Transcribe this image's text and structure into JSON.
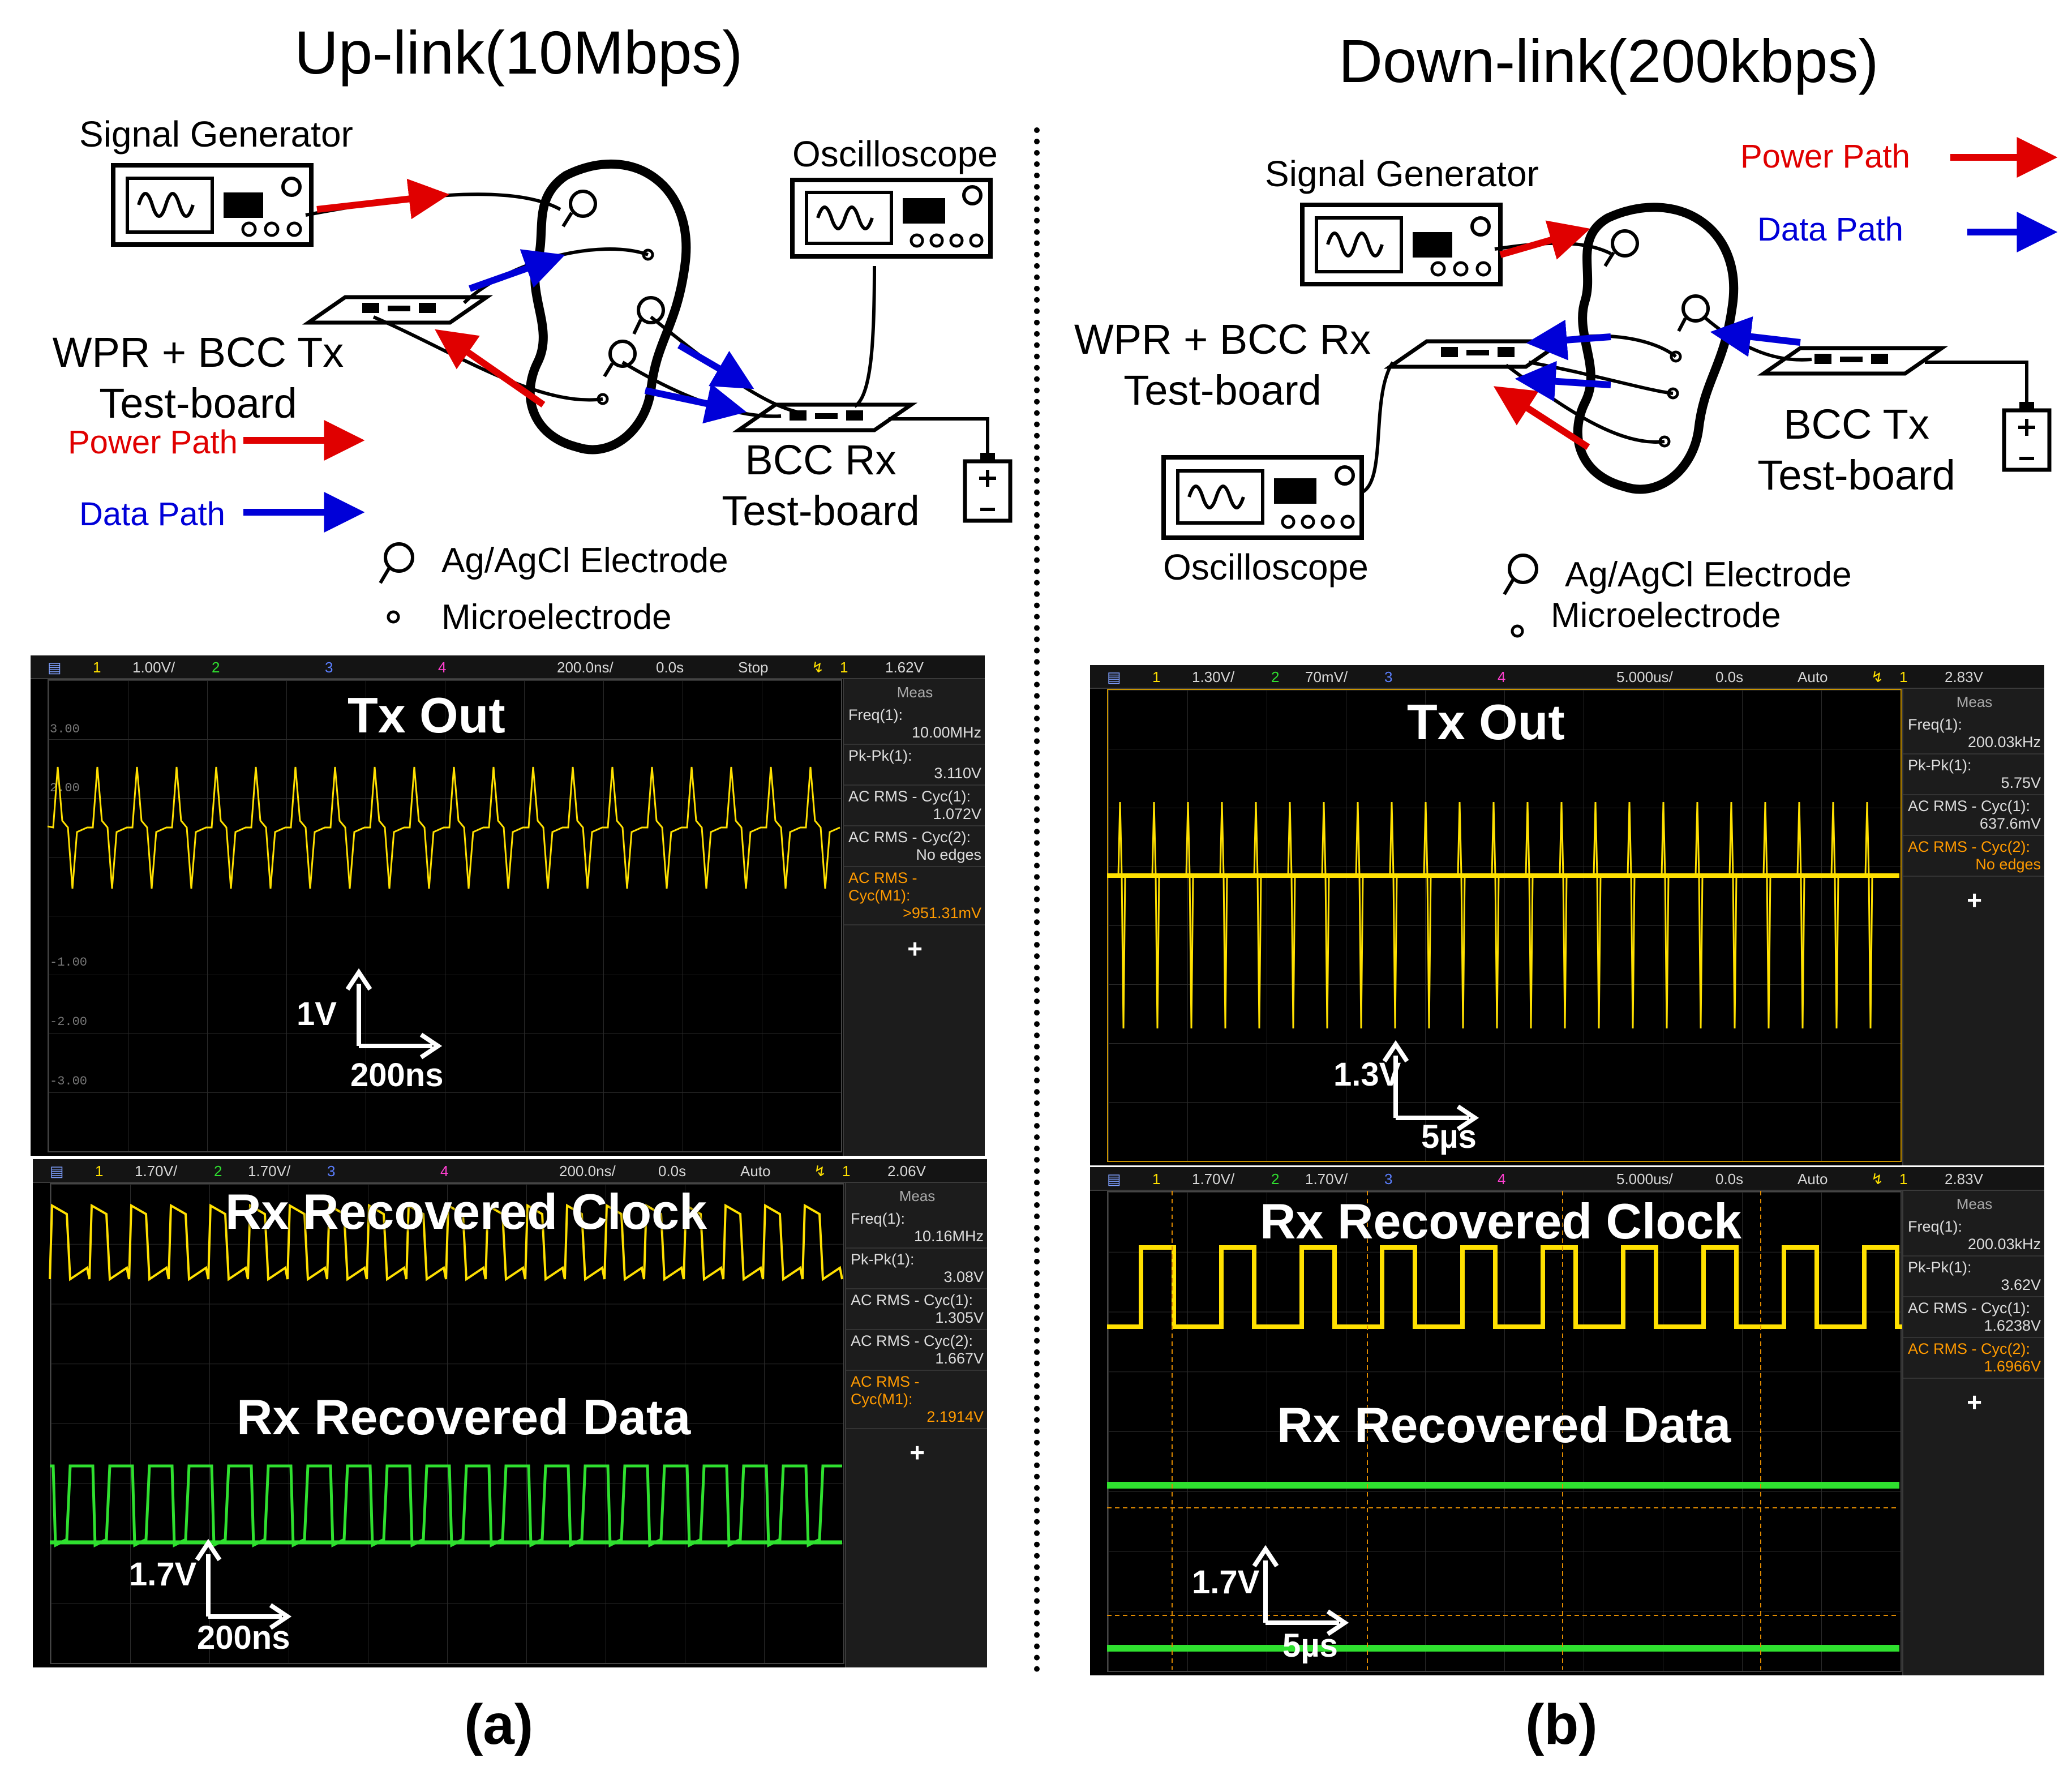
{
  "left": {
    "title": "Up-link(10Mbps)",
    "signal_generator": "Signal Generator",
    "oscilloscope": "Oscilloscope",
    "tx_board_1": "WPR + BCC Tx",
    "tx_board_2": "Test-board",
    "rx_board_1": "BCC Rx",
    "rx_board_2": "Test-board",
    "power_path": "Power Path",
    "data_path": "Data Path",
    "electrode": "Ag/AgCl Electrode",
    "microelectrode": "Microelectrode",
    "caption": "(a)",
    "scope1": {
      "ch1": "1",
      "ch1_scale": "1.00V/",
      "ch2": "2",
      "ch3": "3",
      "ch4": "4",
      "timebase": "200.0ns/",
      "delay": "0.0s",
      "mode": "Stop",
      "trig_ch": "1",
      "trig_level": "1.62V",
      "overlay": "Tx Out",
      "scale_v": "1V",
      "scale_t": "200ns",
      "meas_title": "Meas",
      "m1_label": "Freq(1):",
      "m1_value": "10.00MHz",
      "m2_label": "Pk-Pk(1):",
      "m2_value": "3.110V",
      "m3_label": "AC RMS - Cyc(1):",
      "m3_value": "1.072V",
      "m4_label": "AC RMS - Cyc(2):",
      "m4_value": "No edges",
      "m5_label": "AC RMS - Cyc(M1):",
      "m5_value": ">951.31mV",
      "plus": "+"
    },
    "scope2": {
      "ch1": "1",
      "ch1_scale": "1.70V/",
      "ch2": "2",
      "ch2_scale": "1.70V/",
      "ch3": "3",
      "ch4": "4",
      "timebase": "200.0ns/",
      "delay": "0.0s",
      "mode": "Auto",
      "trig_ch": "1",
      "trig_level": "2.06V",
      "overlay_1": "Rx Recovered Clock",
      "overlay_2": "Rx Recovered Data",
      "scale_v": "1.7V",
      "scale_t": "200ns",
      "meas_title": "Meas",
      "m1_label": "Freq(1):",
      "m1_value": "10.16MHz",
      "m2_label": "Pk-Pk(1):",
      "m2_value": "3.08V",
      "m3_label": "AC RMS - Cyc(1):",
      "m3_value": "1.305V",
      "m4_label": "AC RMS - Cyc(2):",
      "m4_value": "1.667V",
      "m5_label": "AC RMS - Cyc(M1):",
      "m5_value": "2.1914V",
      "plus": "+"
    }
  },
  "right": {
    "title": "Down-link(200kbps)",
    "signal_generator": "Signal Generator",
    "oscilloscope": "Oscilloscope",
    "rx_board_1": "WPR + BCC Rx",
    "rx_board_2": "Test-board",
    "tx_board_1": "BCC Tx",
    "tx_board_2": "Test-board",
    "power_path": "Power Path",
    "data_path": "Data Path",
    "electrode": "Ag/AgCl Electrode",
    "microelectrode": "Microelectrode",
    "caption": "(b)",
    "scope1": {
      "ch1": "1",
      "ch1_scale": "1.30V/",
      "ch2": "2",
      "ch2_scale": "70mV/",
      "ch3": "3",
      "ch4": "4",
      "timebase": "5.000us/",
      "delay": "0.0s",
      "mode": "Auto",
      "trig_ch": "1",
      "trig_level": "2.83V",
      "overlay": "Tx Out",
      "scale_v": "1.3V",
      "scale_t": "5µs",
      "meas_title": "Meas",
      "m1_label": "Freq(1):",
      "m1_value": "200.03kHz",
      "m2_label": "Pk-Pk(1):",
      "m2_value": "5.75V",
      "m3_label": "AC RMS - Cyc(1):",
      "m3_value": "637.6mV",
      "m4_label": "AC RMS - Cyc(2):",
      "m4_value": "No edges",
      "plus": "+"
    },
    "scope2": {
      "ch1": "1",
      "ch1_scale": "1.70V/",
      "ch2": "2",
      "ch2_scale": "1.70V/",
      "ch3": "3",
      "ch4": "4",
      "timebase": "5.000us/",
      "delay": "0.0s",
      "mode": "Auto",
      "trig_ch": "1",
      "trig_level": "2.83V",
      "overlay_1": "Rx Recovered Clock",
      "overlay_2": "Rx Recovered Data",
      "scale_v": "1.7V",
      "scale_t": "5µs",
      "meas_title": "Meas",
      "m1_label": "Freq(1):",
      "m1_value": "200.03kHz",
      "m2_label": "Pk-Pk(1):",
      "m2_value": "3.62V",
      "m3_label": "AC RMS - Cyc(1):",
      "m3_value": "1.6238V",
      "m4_label": "AC RMS - Cyc(2):",
      "m4_value": "1.6966V",
      "plus": "+"
    }
  },
  "colors": {
    "power": "#e00000",
    "data": "#0000d8",
    "ch1": "#ffe000",
    "ch2": "#2fe02f"
  }
}
